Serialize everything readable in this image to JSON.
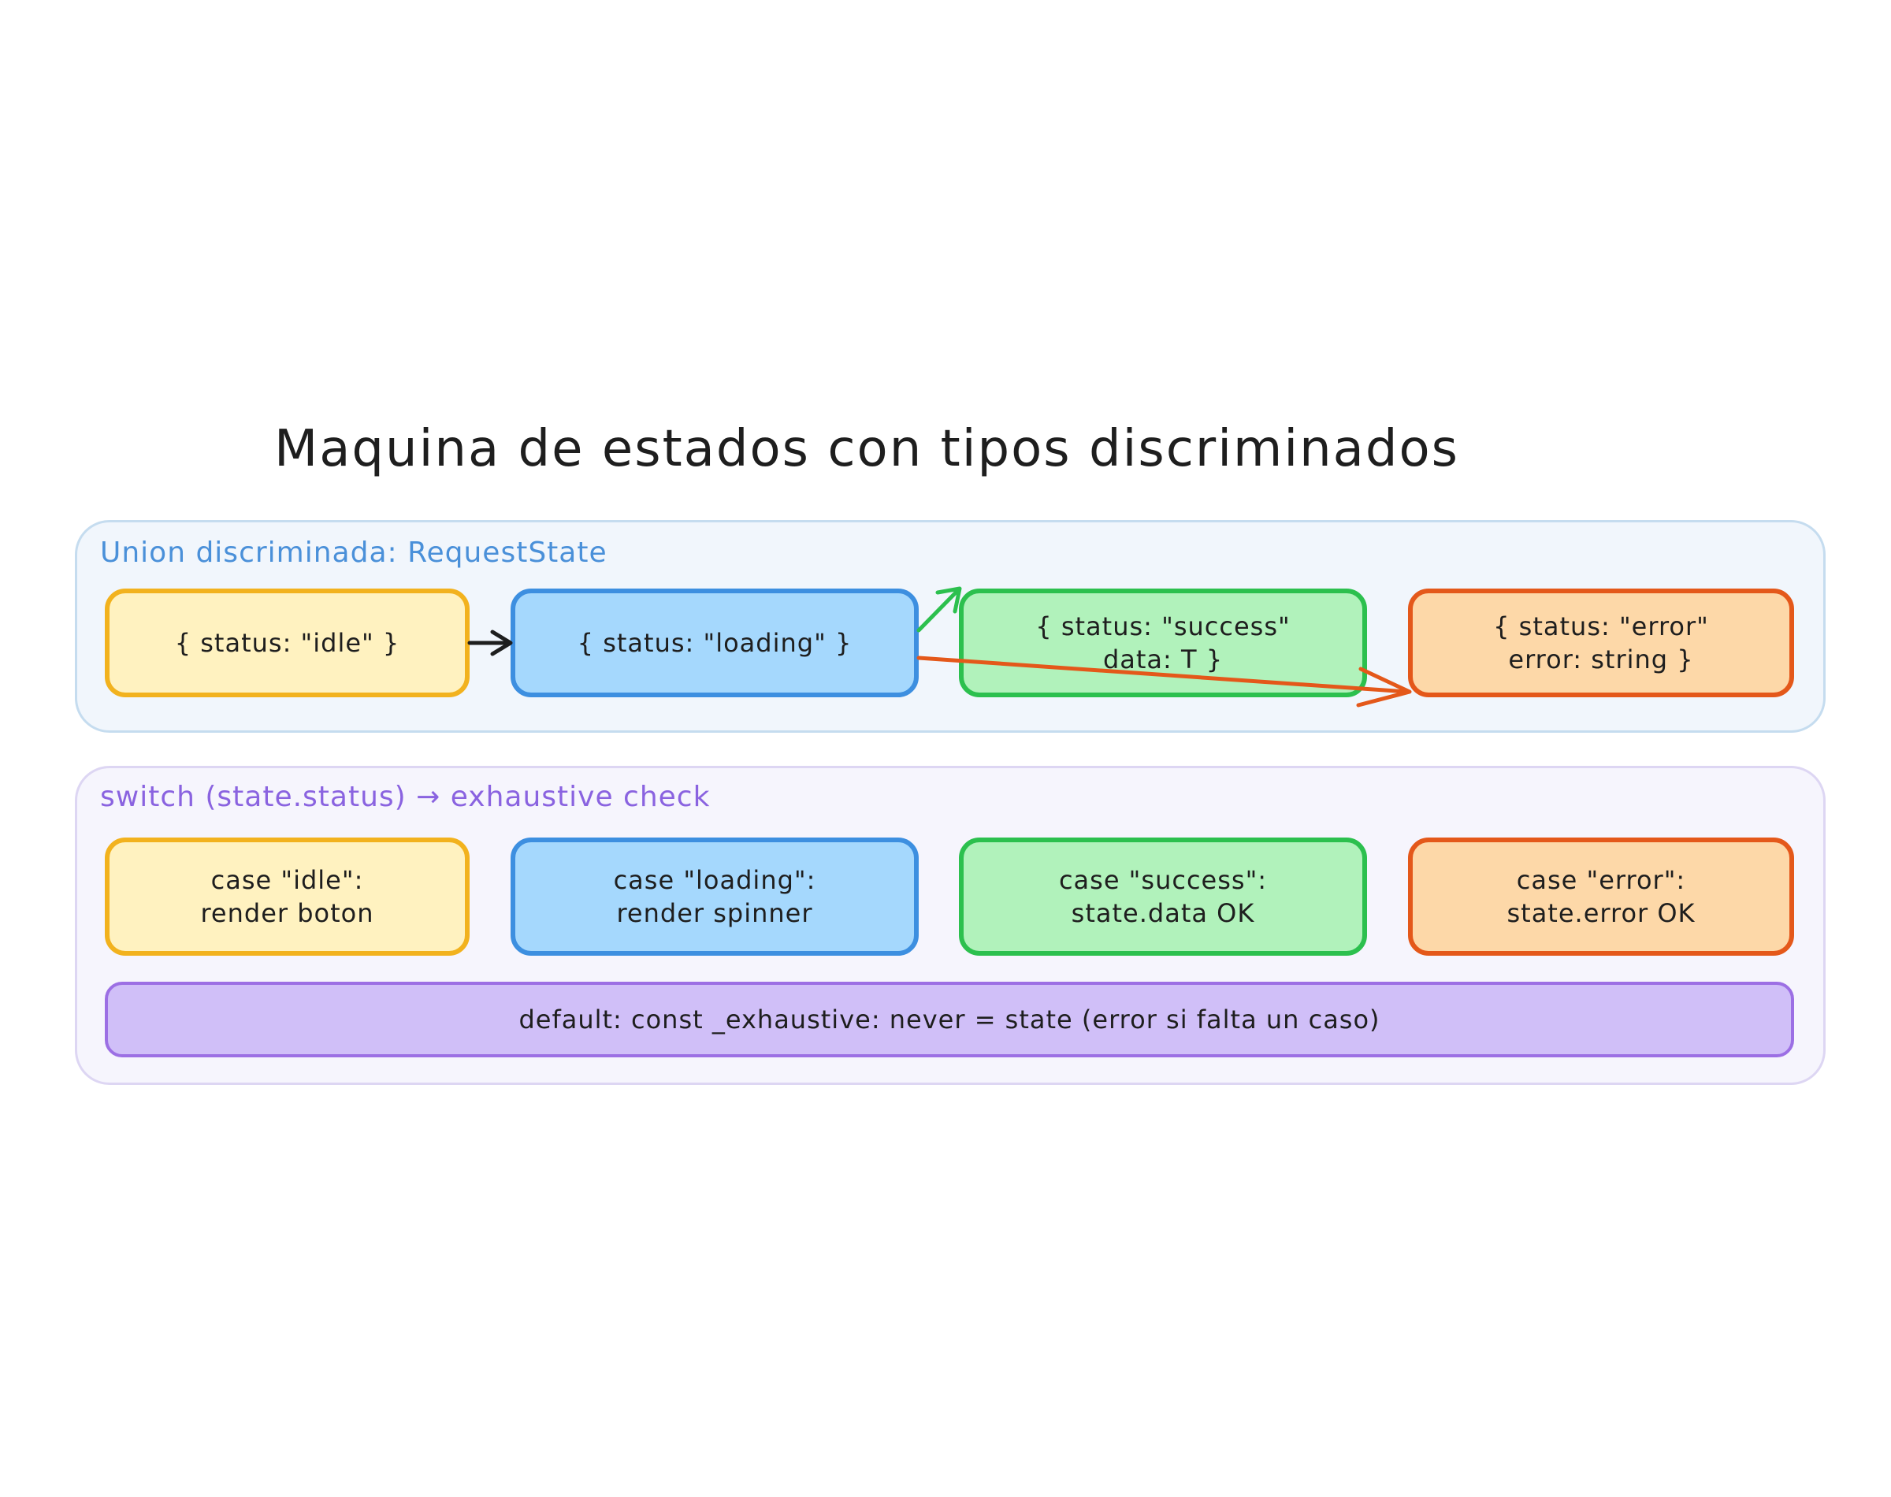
{
  "title": "Maquina de estados con tipos discriminados",
  "union": {
    "label": "Union discriminada: RequestState",
    "states": [
      {
        "text": "{ status: \"idle\" }",
        "color": "yellow"
      },
      {
        "text": "{ status: \"loading\" }",
        "color": "blue"
      },
      {
        "text": "{ status: \"success\"\ndata: T }",
        "color": "green"
      },
      {
        "text": "{ status: \"error\"\nerror: string }",
        "color": "orange"
      }
    ]
  },
  "switch": {
    "label": "switch (state.status) → exhaustive check",
    "cases": [
      {
        "text": "case \"idle\":\nrender boton",
        "color": "yellow"
      },
      {
        "text": "case \"loading\":\nrender spinner",
        "color": "blue"
      },
      {
        "text": "case \"success\":\nstate.data OK",
        "color": "green"
      },
      {
        "text": "case \"error\":\nstate.error OK",
        "color": "orange"
      }
    ],
    "default": "default: const _exhaustive: never = state  (error si falta un caso)"
  },
  "edges": [
    {
      "from": "idle",
      "to": "loading",
      "color": "#1e1e1e"
    },
    {
      "from": "loading",
      "to": "success",
      "color": "#2cc04e"
    },
    {
      "from": "loading",
      "to": "error",
      "color": "#e4581a"
    }
  ],
  "colors": {
    "yellow": "#f2b21e",
    "blue": "#3d8fe0",
    "green": "#2cc04e",
    "orange": "#e4581a",
    "purple": "#9c6fe4"
  }
}
